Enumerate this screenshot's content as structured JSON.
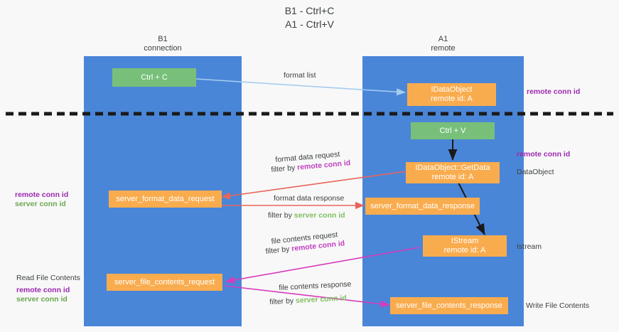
{
  "title": "B1 - Ctrl+C\nA1 - Ctrl+V",
  "lanes": [
    {
      "name": "b1",
      "header": "B1\nconnection"
    },
    {
      "name": "a1",
      "header": "A1\nremote"
    }
  ],
  "boxes": {
    "ctrl_c": "Ctrl + C",
    "ctrl_v": "Ctrl + V",
    "idataobject": "IDataObject\nremote id: A",
    "getdata": "IDataObject::GetData\nremote id: A",
    "istream": "IStream\nremote id: A",
    "server_format_data_request": "server_format_data_request",
    "server_format_data_response": "server_format_data_response",
    "server_file_contents_request": "server_file_contents_request",
    "server_file_contents_response": "server_file_contents_response"
  },
  "flows": {
    "format_list": "format list",
    "format_data_request": "format data request",
    "format_data_request_filter_prefix": "filter by ",
    "format_data_request_filter_key": "remote conn id",
    "format_data_response": "format data response",
    "format_data_response_filter_prefix": "filter by ",
    "format_data_response_filter_key": "server conn id",
    "file_contents_request": "file contents request",
    "file_contents_request_filter_prefix": "filter by ",
    "file_contents_request_filter_key": "remote conn id",
    "file_contents_response": "file contents response",
    "file_contents_response_filter_prefix": "filter by ",
    "file_contents_response_filter_key": "server conn id"
  },
  "annotations": {
    "right_remote_conn_id_top": "remote conn id",
    "right_remote_conn_id_mid": "remote conn id",
    "right_dataobject": "DataObject",
    "right_istream": "Istream",
    "right_write_file_contents": "Write File Contents",
    "left_remote_conn_id": "remote conn id",
    "left_server_conn_id": "server conn id",
    "left_read_file_contents": "Read File Contents",
    "left_remote_conn_id_2": "remote conn id",
    "left_server_conn_id_2": "server conn id"
  },
  "colors": {
    "lane": "#4a86d8",
    "green_box": "#78c07a",
    "orange_box": "#f9ac4e",
    "arrow_format_list": "#a5cdf0",
    "arrow_format_data": "#e8655a",
    "arrow_file_contents": "#d63bbd",
    "arrow_black": "#1a1a1a",
    "divider": "#1a1a1a",
    "key_remote": "#c13fc1",
    "key_server": "#7fbf5f",
    "text": "#3c4043"
  }
}
